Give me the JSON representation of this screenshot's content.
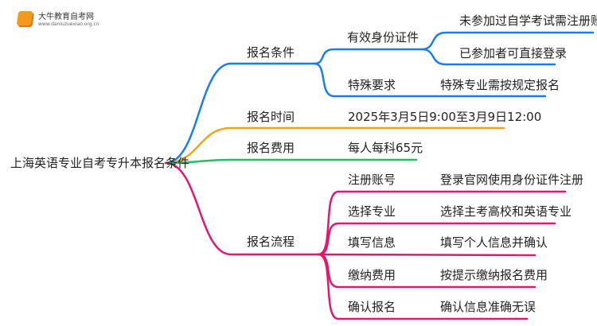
{
  "logo": {
    "name": "大牛教育自考网",
    "url": "www.daniuzuexiao.org.cn"
  },
  "root": "上海英语专业自考专升本报名条件",
  "colors": {
    "conditions": "#1a7cf5",
    "time": "#f2a515",
    "fee": "#22c064",
    "process": "#e6156e"
  },
  "branches": {
    "conditions": {
      "label": "报名条件",
      "id_doc": {
        "label": "有效身份证件",
        "children": [
          "未参加过自学考试需注册账号",
          "已参加者可直接登录"
        ]
      },
      "special": {
        "label": "特殊要求",
        "value": "特殊专业需按规定报名"
      }
    },
    "time": {
      "label": "报名时间",
      "value": "2025年3月5日9:00至3月9日12:00"
    },
    "fee": {
      "label": "报名费用",
      "value": "每人每科65元"
    },
    "process": {
      "label": "报名流程",
      "steps": [
        {
          "label": "注册账号",
          "value": "登录官网使用身份证件注册"
        },
        {
          "label": "选择专业",
          "value": "选择主考高校和英语专业"
        },
        {
          "label": "填写信息",
          "value": "填写个人信息并确认"
        },
        {
          "label": "缴纳费用",
          "value": "按提示缴纳报名费用"
        },
        {
          "label": "确认报名",
          "value": "确认信息准确无误"
        }
      ]
    }
  }
}
